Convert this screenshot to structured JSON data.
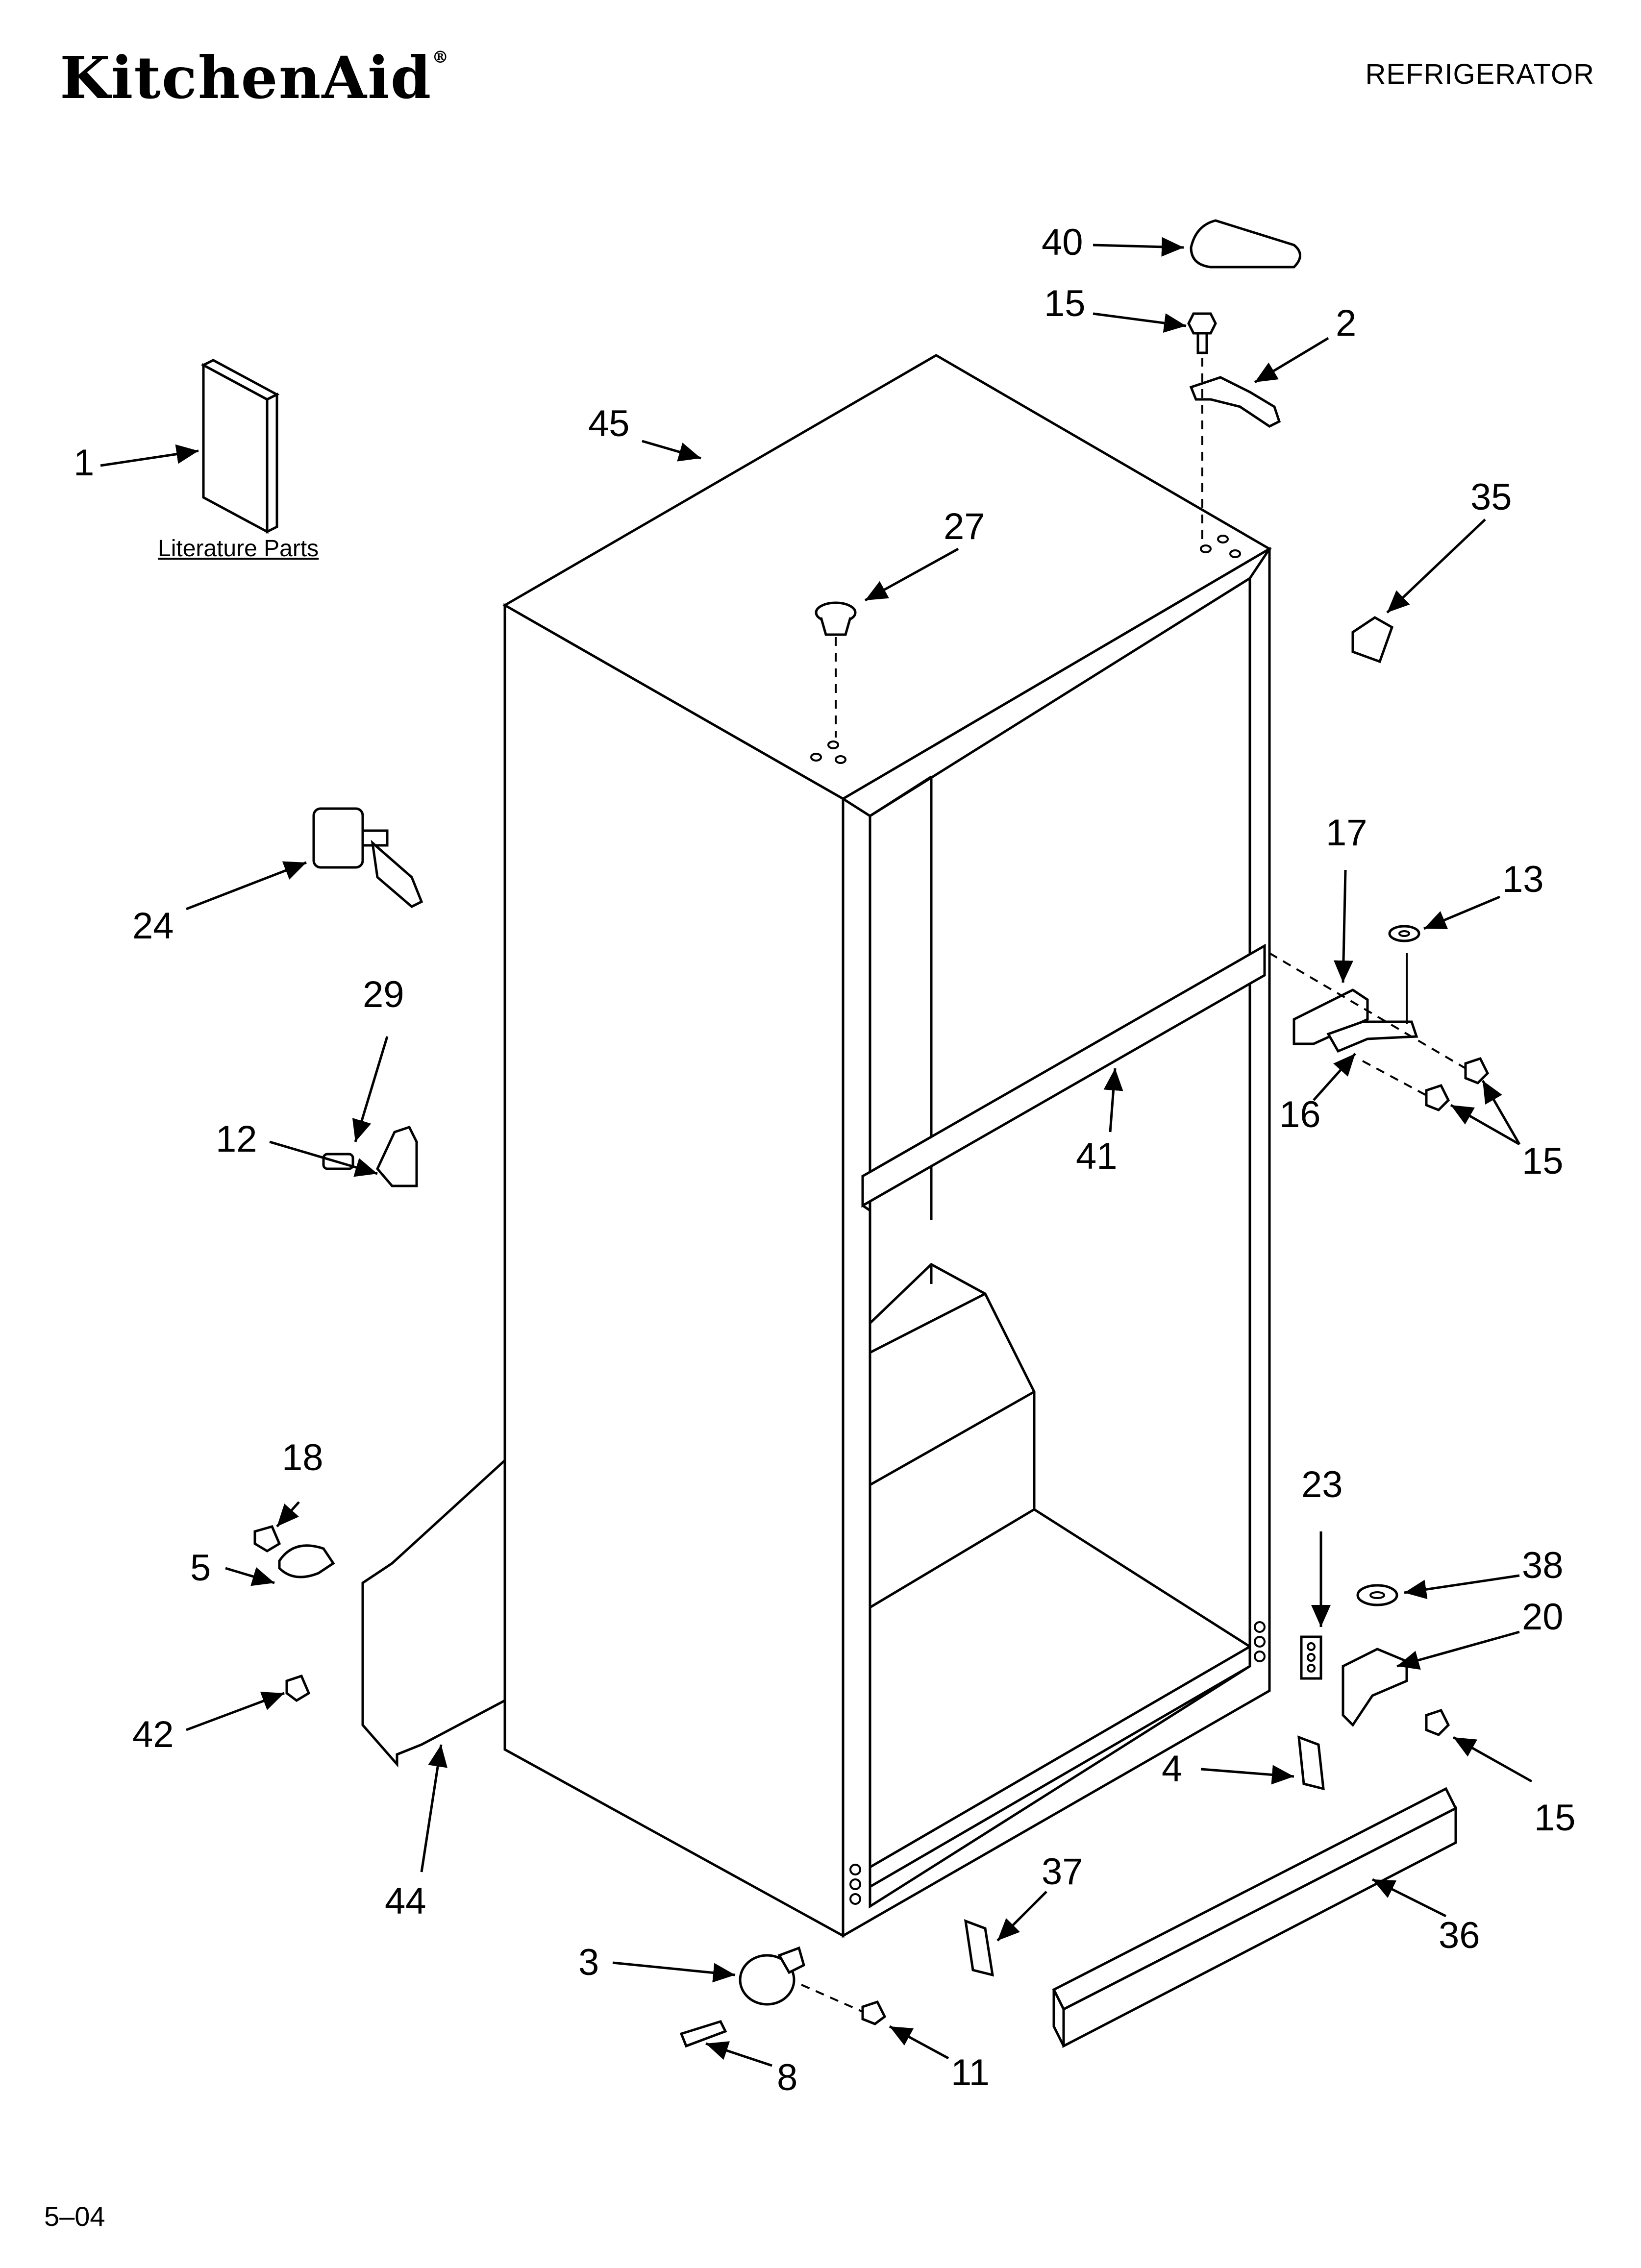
{
  "header": {
    "brand": "KitchenAid",
    "brand_mark": "®",
    "title": "REFRIGERATOR"
  },
  "footer": {
    "date": "5–04"
  },
  "literature_label": "Literature Parts",
  "callouts": [
    {
      "id": "c1",
      "label": "1"
    },
    {
      "id": "c2",
      "label": "2"
    },
    {
      "id": "c3",
      "label": "3"
    },
    {
      "id": "c4",
      "label": "4"
    },
    {
      "id": "c5",
      "label": "5"
    },
    {
      "id": "c8",
      "label": "8"
    },
    {
      "id": "c11",
      "label": "11"
    },
    {
      "id": "c12",
      "label": "12"
    },
    {
      "id": "c13",
      "label": "13"
    },
    {
      "id": "c15a",
      "label": "15"
    },
    {
      "id": "c15b",
      "label": "15"
    },
    {
      "id": "c15c",
      "label": "15"
    },
    {
      "id": "c16",
      "label": "16"
    },
    {
      "id": "c17",
      "label": "17"
    },
    {
      "id": "c18",
      "label": "18"
    },
    {
      "id": "c20",
      "label": "20"
    },
    {
      "id": "c23",
      "label": "23"
    },
    {
      "id": "c24",
      "label": "24"
    },
    {
      "id": "c27",
      "label": "27"
    },
    {
      "id": "c29",
      "label": "29"
    },
    {
      "id": "c35",
      "label": "35"
    },
    {
      "id": "c36",
      "label": "36"
    },
    {
      "id": "c37",
      "label": "37"
    },
    {
      "id": "c38",
      "label": "38"
    },
    {
      "id": "c40",
      "label": "40"
    },
    {
      "id": "c41",
      "label": "41"
    },
    {
      "id": "c42",
      "label": "42"
    },
    {
      "id": "c44",
      "label": "44"
    },
    {
      "id": "c45",
      "label": "45"
    }
  ]
}
